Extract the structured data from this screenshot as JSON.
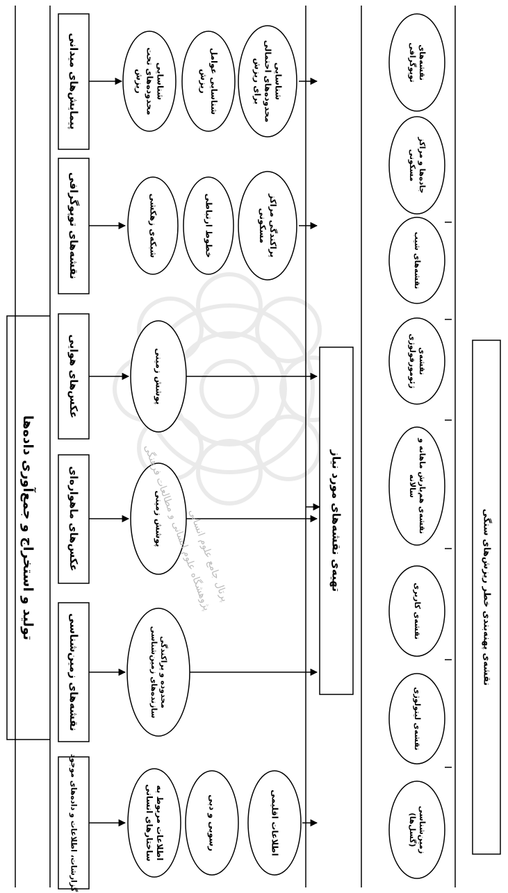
{
  "title": "تولید و استخراج و جمع‌آوری داده‌ها",
  "sources": [
    "پیمایش‌های میدانی",
    "نقشه‌های توپوگرافی",
    "عکس‌های هوایی",
    "عکس‌های ماهواره‌ای",
    "نقشه‌های زمین‌شناسی",
    "گزارشات، اطلاعات و داده‌های موجود"
  ],
  "derived": {
    "field": [
      "شناسایی محدوده‌های تحت ریزش",
      "شناسایی عوامل ریزش",
      "شناسایی محدوده‌های احتمالی برای ریزش"
    ],
    "topo": [
      "شبکه‌ی زهکشی",
      "خطوط ارتباطی",
      "پراکندگی مراکز مسکونی"
    ],
    "aerial": [
      "پوشش زمینی"
    ],
    "satellite": [
      "پوشش زمینی"
    ],
    "geology": [
      "محدوده و پراکندگی سازنده‌های زمین‌شناسی"
    ],
    "reports": [
      "اطلاعات مربوط به ساختارهای انسانی",
      "رسوبی و دبی",
      "اطلاعات اقلیمی"
    ]
  },
  "middle": "تهیه‌ی نقشه‌های مورد نیاز",
  "maps": [
    "نقشه‌های توپوگرافی",
    "جاده‌ها و مراکز مسکونی",
    "نقشه‌های شیب",
    "نقشه‌ی ژئومورفولوژی",
    "نقشه‌ی هم‌بارش ماهانه و سالانه",
    "نقشه‌ی کاربری",
    "نقشه‌ی لیتولوژی",
    "زمین‌شناسی (گسل‌ها)"
  ],
  "final": "نقشه‌ی پهنه‌بندی خطر ریزش‌های سنگی",
  "watermark": [
    "پژوهشگاه علوم انسانی و مطالعات فرهنگی",
    "پرتال جامع علوم انسانی"
  ]
}
